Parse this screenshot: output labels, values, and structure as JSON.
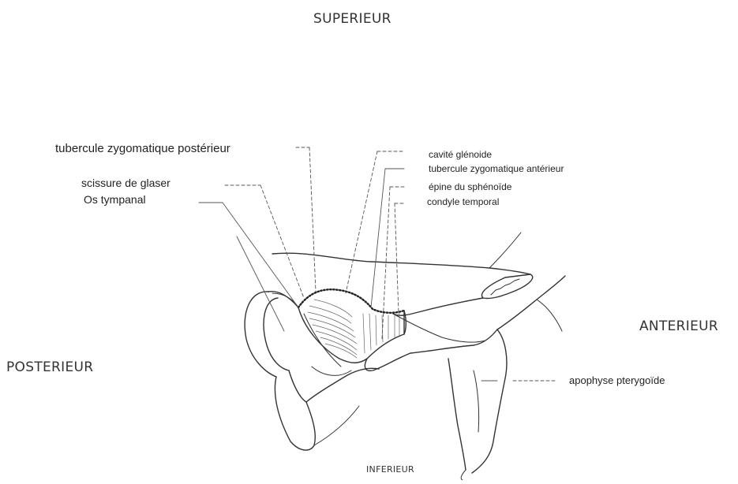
{
  "directions": {
    "superior": "SUPERIEUR",
    "anterior": "ANTERIEUR",
    "posterior": "POSTERIEUR",
    "inferior": "INFERIEUR"
  },
  "labels": {
    "tubercule_zygomatique_posterieur": "tubercule zygomatique postérieur",
    "scissure_de_glaser": "scissure de glaser",
    "os_tympanal": "Os  tympanal",
    "cavite_glenoide": "cavité glénoide",
    "tubercule_zygomatique_anterieur": "tubercule zygomatique antérieur",
    "epine_du_sphenoide": "épine du sphénoïde",
    "condyle_temporal": "condyle temporal",
    "apophyse_pterygoide": "apophyse pterygoïde"
  }
}
